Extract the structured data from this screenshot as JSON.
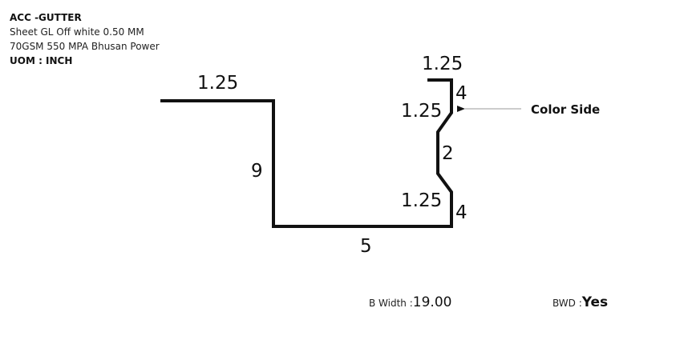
{
  "header": {
    "title": "ACC -GUTTER",
    "line2": "Sheet GL Off white 0.50 MM",
    "line3": "70GSM 550 MPA Bhusan Power",
    "uom": "UOM : INCH"
  },
  "drawing": {
    "dims": {
      "top_flange": "1.25",
      "left_side": "9",
      "bottom": "5",
      "lip_top": "1.25",
      "upper_vertical": "4",
      "upper_slant": "1.25",
      "middle": "2",
      "lower_slant": "1.25",
      "lower_vertical": "4"
    },
    "color_side_label": "Color Side"
  },
  "footer": {
    "b_width_label": "B Width :",
    "b_width_value": "19.00",
    "bwd_label": "BWD :",
    "bwd_value": "Yes"
  }
}
